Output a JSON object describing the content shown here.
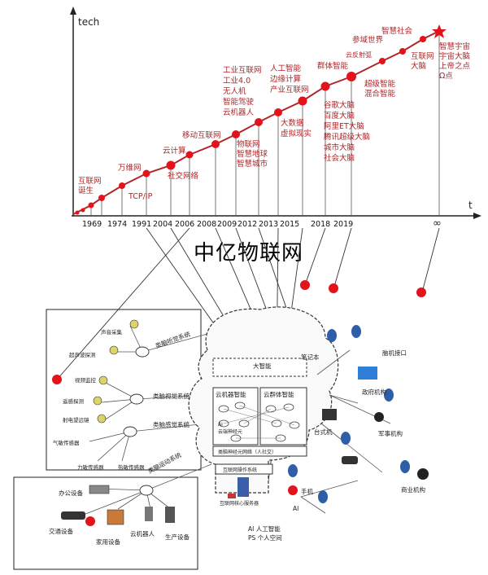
{
  "axes": {
    "y_label": "tech",
    "x_label": "t",
    "infinity": "∞"
  },
  "years": [
    "1969",
    "1974",
    "1991",
    "2004",
    "2006",
    "2008",
    "2009",
    "2012",
    "2013",
    "2015",
    "2018",
    "2019"
  ],
  "milestones": [
    {
      "id": "internet",
      "text": "互联网\n诞生"
    },
    {
      "id": "tcpip",
      "text": "TCP/IP"
    },
    {
      "id": "www",
      "text": "万维网"
    },
    {
      "id": "social",
      "text": "社交网络"
    },
    {
      "id": "cloud",
      "text": "云计算"
    },
    {
      "id": "mobile",
      "text": "移动互联网"
    },
    {
      "id": "iot",
      "text": "物联网\n智慧地球\n智慧城市"
    },
    {
      "id": "industry",
      "text": "工业互联网\n工业4.0\n无人机\n智能驾驶\n云机器人"
    },
    {
      "id": "bigdata",
      "text": "大数据\n虚拟现实"
    },
    {
      "id": "ai",
      "text": "人工智能\n边缘计算\n产业互联网"
    },
    {
      "id": "swarm",
      "text": "群体智能"
    },
    {
      "id": "brains",
      "text": "谷歌大脑\n百度大脑\n阿里ET大脑\n腾讯超级大脑\n城市大脑\n社会大脑"
    },
    {
      "id": "superintel",
      "text": "超级智能\n混合智能"
    },
    {
      "id": "cloudfeedback",
      "text": "云反射弧"
    },
    {
      "id": "metaverse",
      "text": "参域世界"
    },
    {
      "id": "smartsociety",
      "text": "智慧社会"
    },
    {
      "id": "bigbrain",
      "text": "互联网\n大脑"
    },
    {
      "id": "omega",
      "text": "智慧宇宙\n宇宙大脑\n上帝之点\nΩ点"
    }
  ],
  "watermark": "中亿物联网",
  "brain": {
    "top_box": "大智能",
    "cloud_left": "云机器智能",
    "cloud_right": "云群体智能",
    "ai_node": "AI\n云端神经元",
    "bottom_bar": "类脑神经元网络（人社交）",
    "os_box": "互联网操作系统",
    "server_box": "互联网核心服务器",
    "caption_ai": "AI 人工智能",
    "caption_ps": "PS 个人空间"
  },
  "systems": {
    "auditory": "类脑听觉系统",
    "visual": "类脑视觉系统",
    "somatosensory": "类脑感觉系统",
    "motor": "类脑运动系统"
  },
  "sensors_panel": {
    "items": [
      "声音采集",
      "超声波探测",
      "视频监控",
      "遥感探测",
      "射电望远镜",
      "气敏传感器",
      "力敏传感器",
      "热敏传感器"
    ]
  },
  "devices_panel": {
    "items": [
      "办公设备",
      "交通设备",
      "家用设备",
      "云机器人",
      "生产设备"
    ]
  },
  "right_side": {
    "notebook": "笔记本",
    "brain_interface": "脑机接口",
    "government": "政府机构",
    "desktop": "台式机",
    "military": "军事机构",
    "phone": "手机",
    "commerce": "商业机构",
    "ai_short": "AI"
  }
}
